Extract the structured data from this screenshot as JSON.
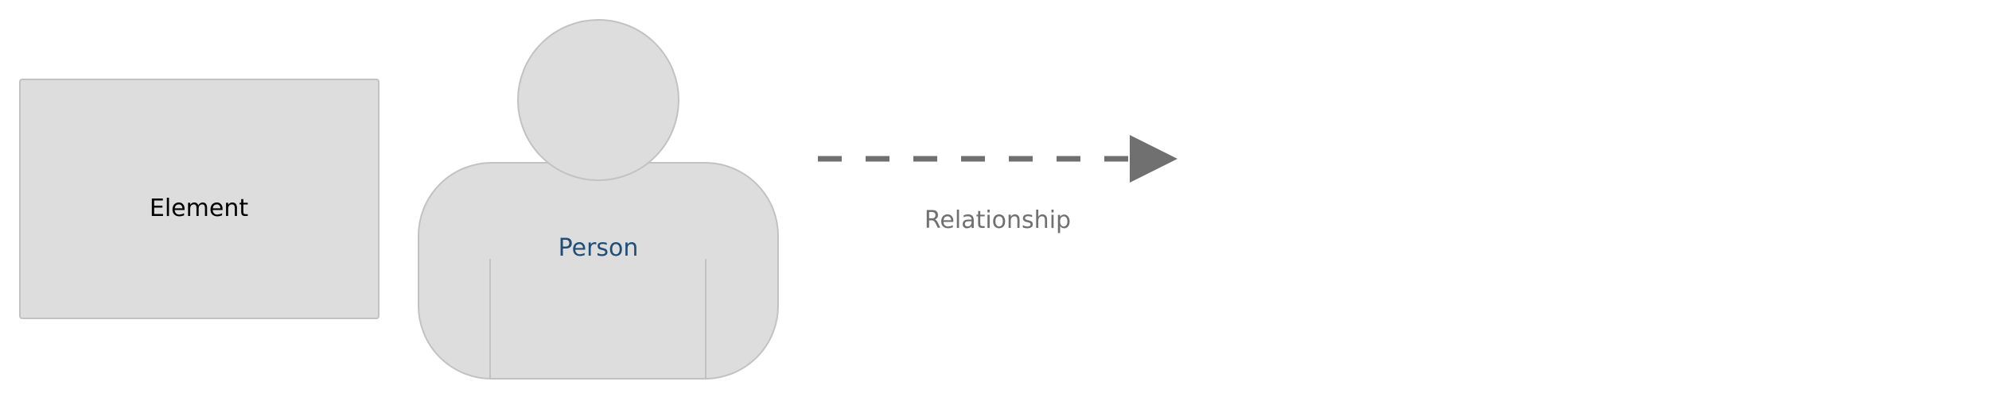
{
  "diagram": {
    "element": {
      "label": "Element",
      "fill": "#dddddd",
      "stroke": "#c2c2c2",
      "text_color": "#000000"
    },
    "person": {
      "label": "Person",
      "fill": "#dddddd",
      "stroke": "#c2c2c2",
      "text_color": "#1f4e79"
    },
    "relationship": {
      "label": "Relationship",
      "line_style": "dashed",
      "color": "#707070",
      "text_color": "#707070"
    }
  }
}
